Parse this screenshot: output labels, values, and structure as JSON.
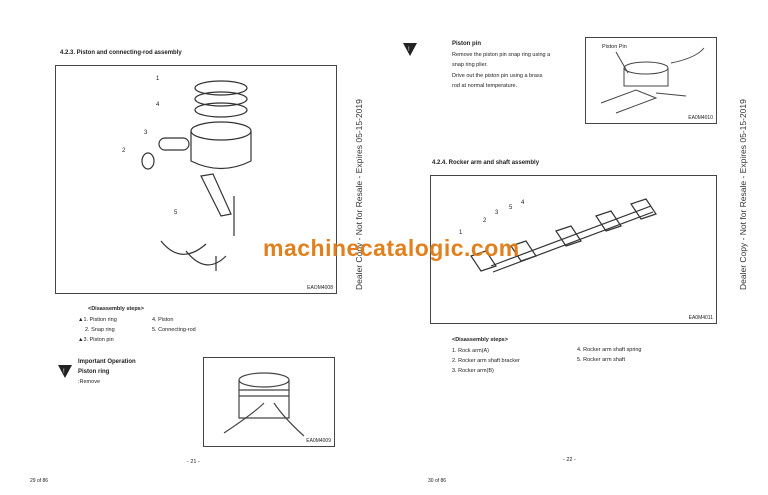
{
  "left_page": {
    "section_title": "4.2.3. Piston and connecting-rod assembly",
    "figure_code": "EAOM4008",
    "callouts": [
      "1",
      "4",
      "3",
      "2",
      "5"
    ],
    "steps_title": "<Disassembly steps>",
    "steps_col1": [
      "▲1. Pistion ring",
      "2. Snap ring",
      "▲3. Piston pin"
    ],
    "steps_col2": [
      "4. Piston",
      "5. Connecting-rod"
    ],
    "important": {
      "title": "Important Operation",
      "subtitle": "Piston ring",
      "text": ":Remove"
    },
    "photo_code": "EA0M4009",
    "page_number": "- 21 -",
    "pdf_page": "29 of 86"
  },
  "right_page": {
    "note": {
      "title": "Piston pin",
      "lines": [
        "Remove the piston pin snap ring using a",
        "snap ring plier.",
        "Drive out the piston pin using a brass",
        "rod at normal temperature."
      ]
    },
    "photo_label": "Piston Pin",
    "photo_code": "EA0M4010",
    "section_title": "4.2.4. Rocker arm and shaft assembly",
    "figure_code": "EA0M4011",
    "callouts": [
      "1",
      "2",
      "3",
      "5",
      "4"
    ],
    "steps_title": "<Disassembly steps>",
    "steps_col1": [
      "1. Rock arm(A)",
      "2. Rocker arm shaft bracker",
      "3. Rocker arm(B)"
    ],
    "steps_col2": [
      "4. Rocker arm shaft spring",
      "5. Rocker arm shaft"
    ],
    "page_number": "- 22 -",
    "pdf_page": "30 of 86"
  },
  "watermark": {
    "vertical": "Dealer Copy - Not for Resale - Expires 05-15-2019",
    "site": "machinecatalogic.com",
    "color": "#e07a10"
  }
}
